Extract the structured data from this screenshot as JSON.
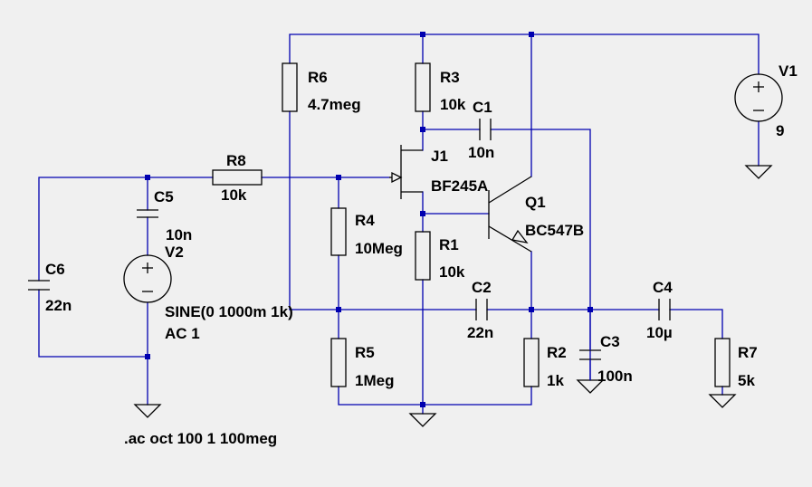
{
  "schematic": {
    "directive": ".ac oct 100 1 100meg",
    "components": {
      "R6": {
        "name": "R6",
        "value": "4.7meg"
      },
      "R3": {
        "name": "R3",
        "value": "10k"
      },
      "C1": {
        "name": "C1",
        "value": "10n"
      },
      "J1": {
        "name": "J1",
        "value": "BF245A"
      },
      "R8": {
        "name": "R8",
        "value": "10k"
      },
      "C5": {
        "name": "C5",
        "value": "10n"
      },
      "V2": {
        "name": "V2",
        "value": "SINE(0 1000m 1k)",
        "ac": "AC 1"
      },
      "C6": {
        "name": "C6",
        "value": "22n"
      },
      "R4": {
        "name": "R4",
        "value": "10Meg"
      },
      "R1": {
        "name": "R1",
        "value": "10k"
      },
      "Q1": {
        "name": "Q1",
        "value": "BC547B"
      },
      "C2": {
        "name": "C2",
        "value": "22n"
      },
      "R5": {
        "name": "R5",
        "value": "1Meg"
      },
      "R2": {
        "name": "R2",
        "value": "1k"
      },
      "C3": {
        "name": "C3",
        "value": "100n"
      },
      "C4": {
        "name": "C4",
        "value": "10µ"
      },
      "R7": {
        "name": "R7",
        "value": "5k"
      },
      "V1": {
        "name": "V1",
        "value": "9"
      }
    },
    "colors": {
      "wire": "#0000b0",
      "body": "#000000",
      "junction": "#0000b0",
      "background": "#f0f0f0"
    }
  }
}
